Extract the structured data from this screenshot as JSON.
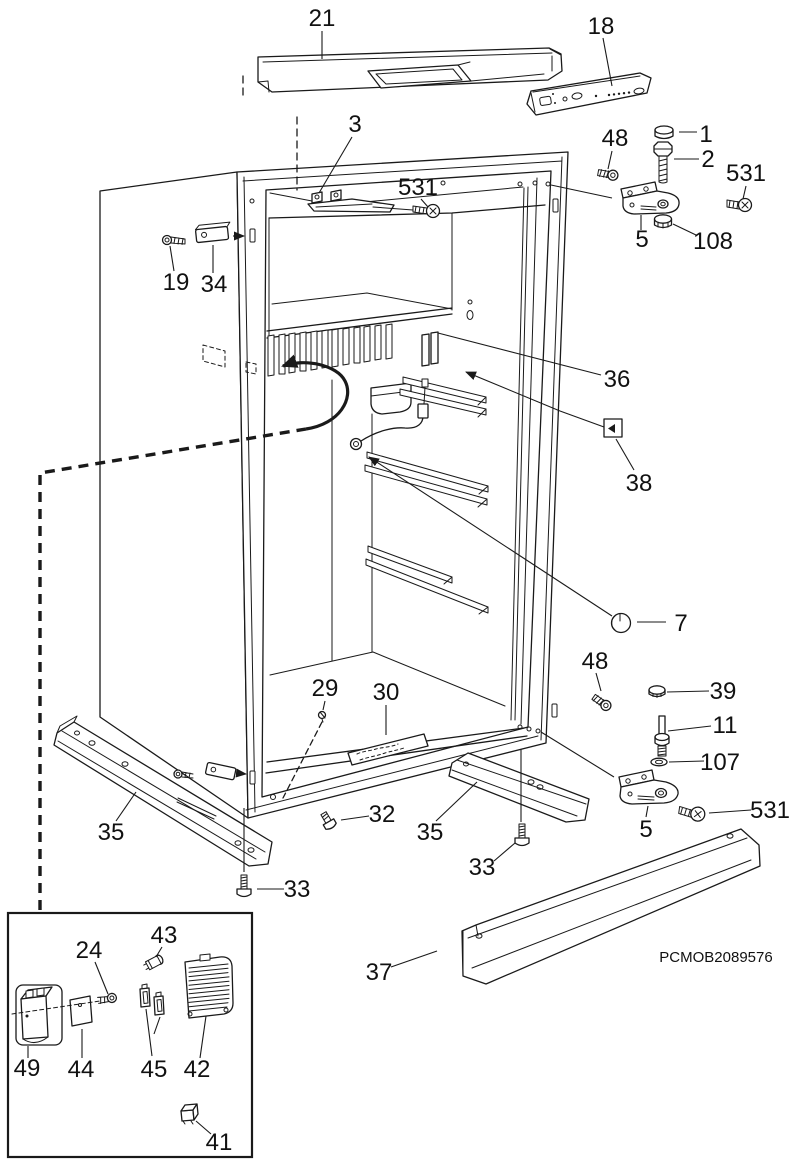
{
  "page": {
    "background": "#ffffff",
    "ink": "#1a1a1a"
  },
  "labels": {
    "n1": "1",
    "n2": "2",
    "n3": "3",
    "n5": "5",
    "n7": "7",
    "n11": "11",
    "n18": "18",
    "n19": "19",
    "n21": "21",
    "n24": "24",
    "n29": "29",
    "n30": "30",
    "n32": "32",
    "n33": "33",
    "n34": "34",
    "n35": "35",
    "n36": "36",
    "n37": "37",
    "n38": "38",
    "n39": "39",
    "n41": "41",
    "n42": "42",
    "n43": "43",
    "n44": "44",
    "n45": "45",
    "n48": "48",
    "n49": "49",
    "n107": "107",
    "n108": "108",
    "n531": "531",
    "code": "PCMOB2089576"
  }
}
